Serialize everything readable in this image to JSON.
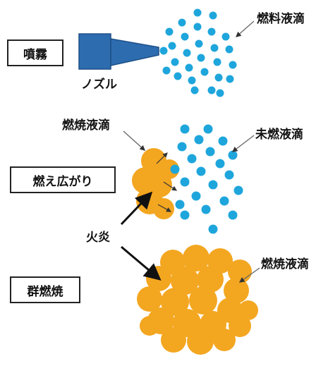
{
  "labels": {
    "spray": "噴霧",
    "nozzle": "ノズル",
    "fuel_droplets": "燃料液滴",
    "burning_droplets_top": "燃焼液滴",
    "unburned_droplets": "未燃液滴",
    "flame_spread": "燃え広がり",
    "flame": "火炎",
    "burning_droplets_bottom": "燃焼液滴",
    "group_combustion": "群燃焼"
  },
  "colors": {
    "droplet_blue": "#1ea6dc",
    "flame_orange": "#f3a620",
    "nozzle_blue": "#2e6cb0"
  }
}
